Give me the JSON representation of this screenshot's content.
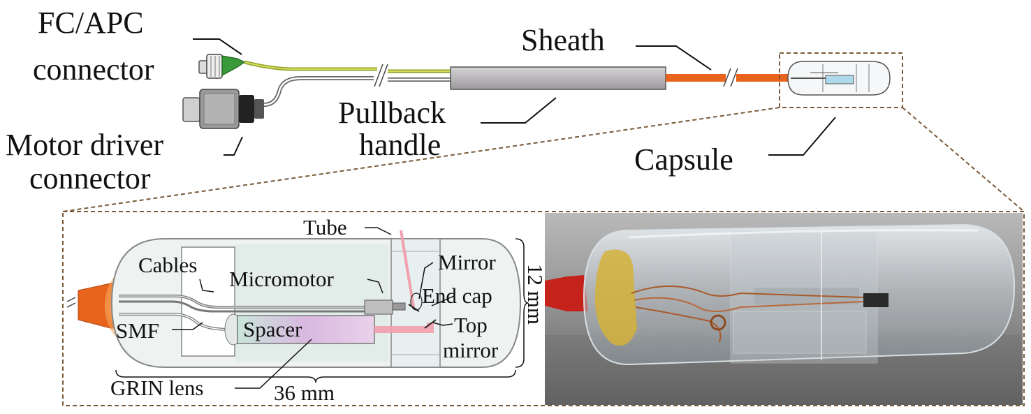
{
  "labels": {
    "fc_apc_line1": "FC/APC",
    "fc_apc_line2": "connector",
    "motor_line1": "Motor driver",
    "motor_line2": "connector",
    "sheath": "Sheath",
    "pullback_line1": "Pullback",
    "pullback_line2": "handle",
    "capsule": "Capsule"
  },
  "detail_labels": {
    "tube": "Tube",
    "cables": "Cables",
    "micromotor": "Micromotor",
    "mirror": "Mirror",
    "end_cap": "End cap",
    "smf": "SMF",
    "spacer": "Spacer",
    "top_mirror_line1": "Top",
    "top_mirror_line2": "mirror",
    "grin_lens": "GRIN lens",
    "length_dim": "36 mm",
    "diameter_dim": "12 mm"
  },
  "colors": {
    "sheath": "#e8631c",
    "fiber": "#c8d23c",
    "connector_green": "#3a9a3a",
    "outline": "#555555",
    "dashed_box": "#7a5a3a",
    "beam": "#f2a0ad",
    "photo_bg": "#8a8a8a"
  }
}
